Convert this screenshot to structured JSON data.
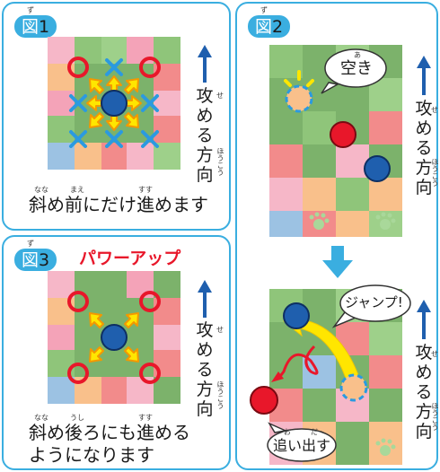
{
  "figures": {
    "fig1": {
      "tag_prefix": "図",
      "tag_num": "1",
      "tag_ruby": "ず",
      "caption": "斜め前にだけ進めます",
      "caption_ruby": [
        "なな",
        "まえ",
        "すす"
      ],
      "direction_label": [
        "攻",
        "め",
        "る",
        "方",
        "向"
      ],
      "direction_ruby": [
        "せ",
        "ほうこう"
      ]
    },
    "fig2": {
      "tag_prefix": "図",
      "tag_num": "2",
      "tag_ruby": "ず",
      "bubble_empty": "空き",
      "bubble_empty_ruby": "あ",
      "bubble_jump": "ジャンプ!",
      "bubble_push": "追い出す",
      "bubble_push_ruby": [
        "お",
        "だ"
      ],
      "direction_label": [
        "攻",
        "め",
        "る",
        "方",
        "向"
      ],
      "direction_ruby": [
        "せ",
        "ほうこう"
      ]
    },
    "fig3": {
      "tag_prefix": "図",
      "tag_num": "3",
      "tag_ruby": "ず",
      "title": "パワーアップ",
      "caption_line1": "斜め後ろにも進める",
      "caption_line2": "ようになります",
      "caption_ruby": [
        "なな",
        "うし",
        "すす"
      ],
      "direction_label": [
        "攻",
        "め",
        "る",
        "方",
        "向"
      ],
      "direction_ruby": [
        "せ",
        "ほうこう"
      ]
    }
  },
  "colors": {
    "frame": "#3aaee0",
    "piece_blue": "#1f5fae",
    "piece_red": "#e8172a",
    "arrow_yellow": "#ffe600",
    "arrow_orange": "#f39800",
    "title_red": "#e8172a"
  }
}
